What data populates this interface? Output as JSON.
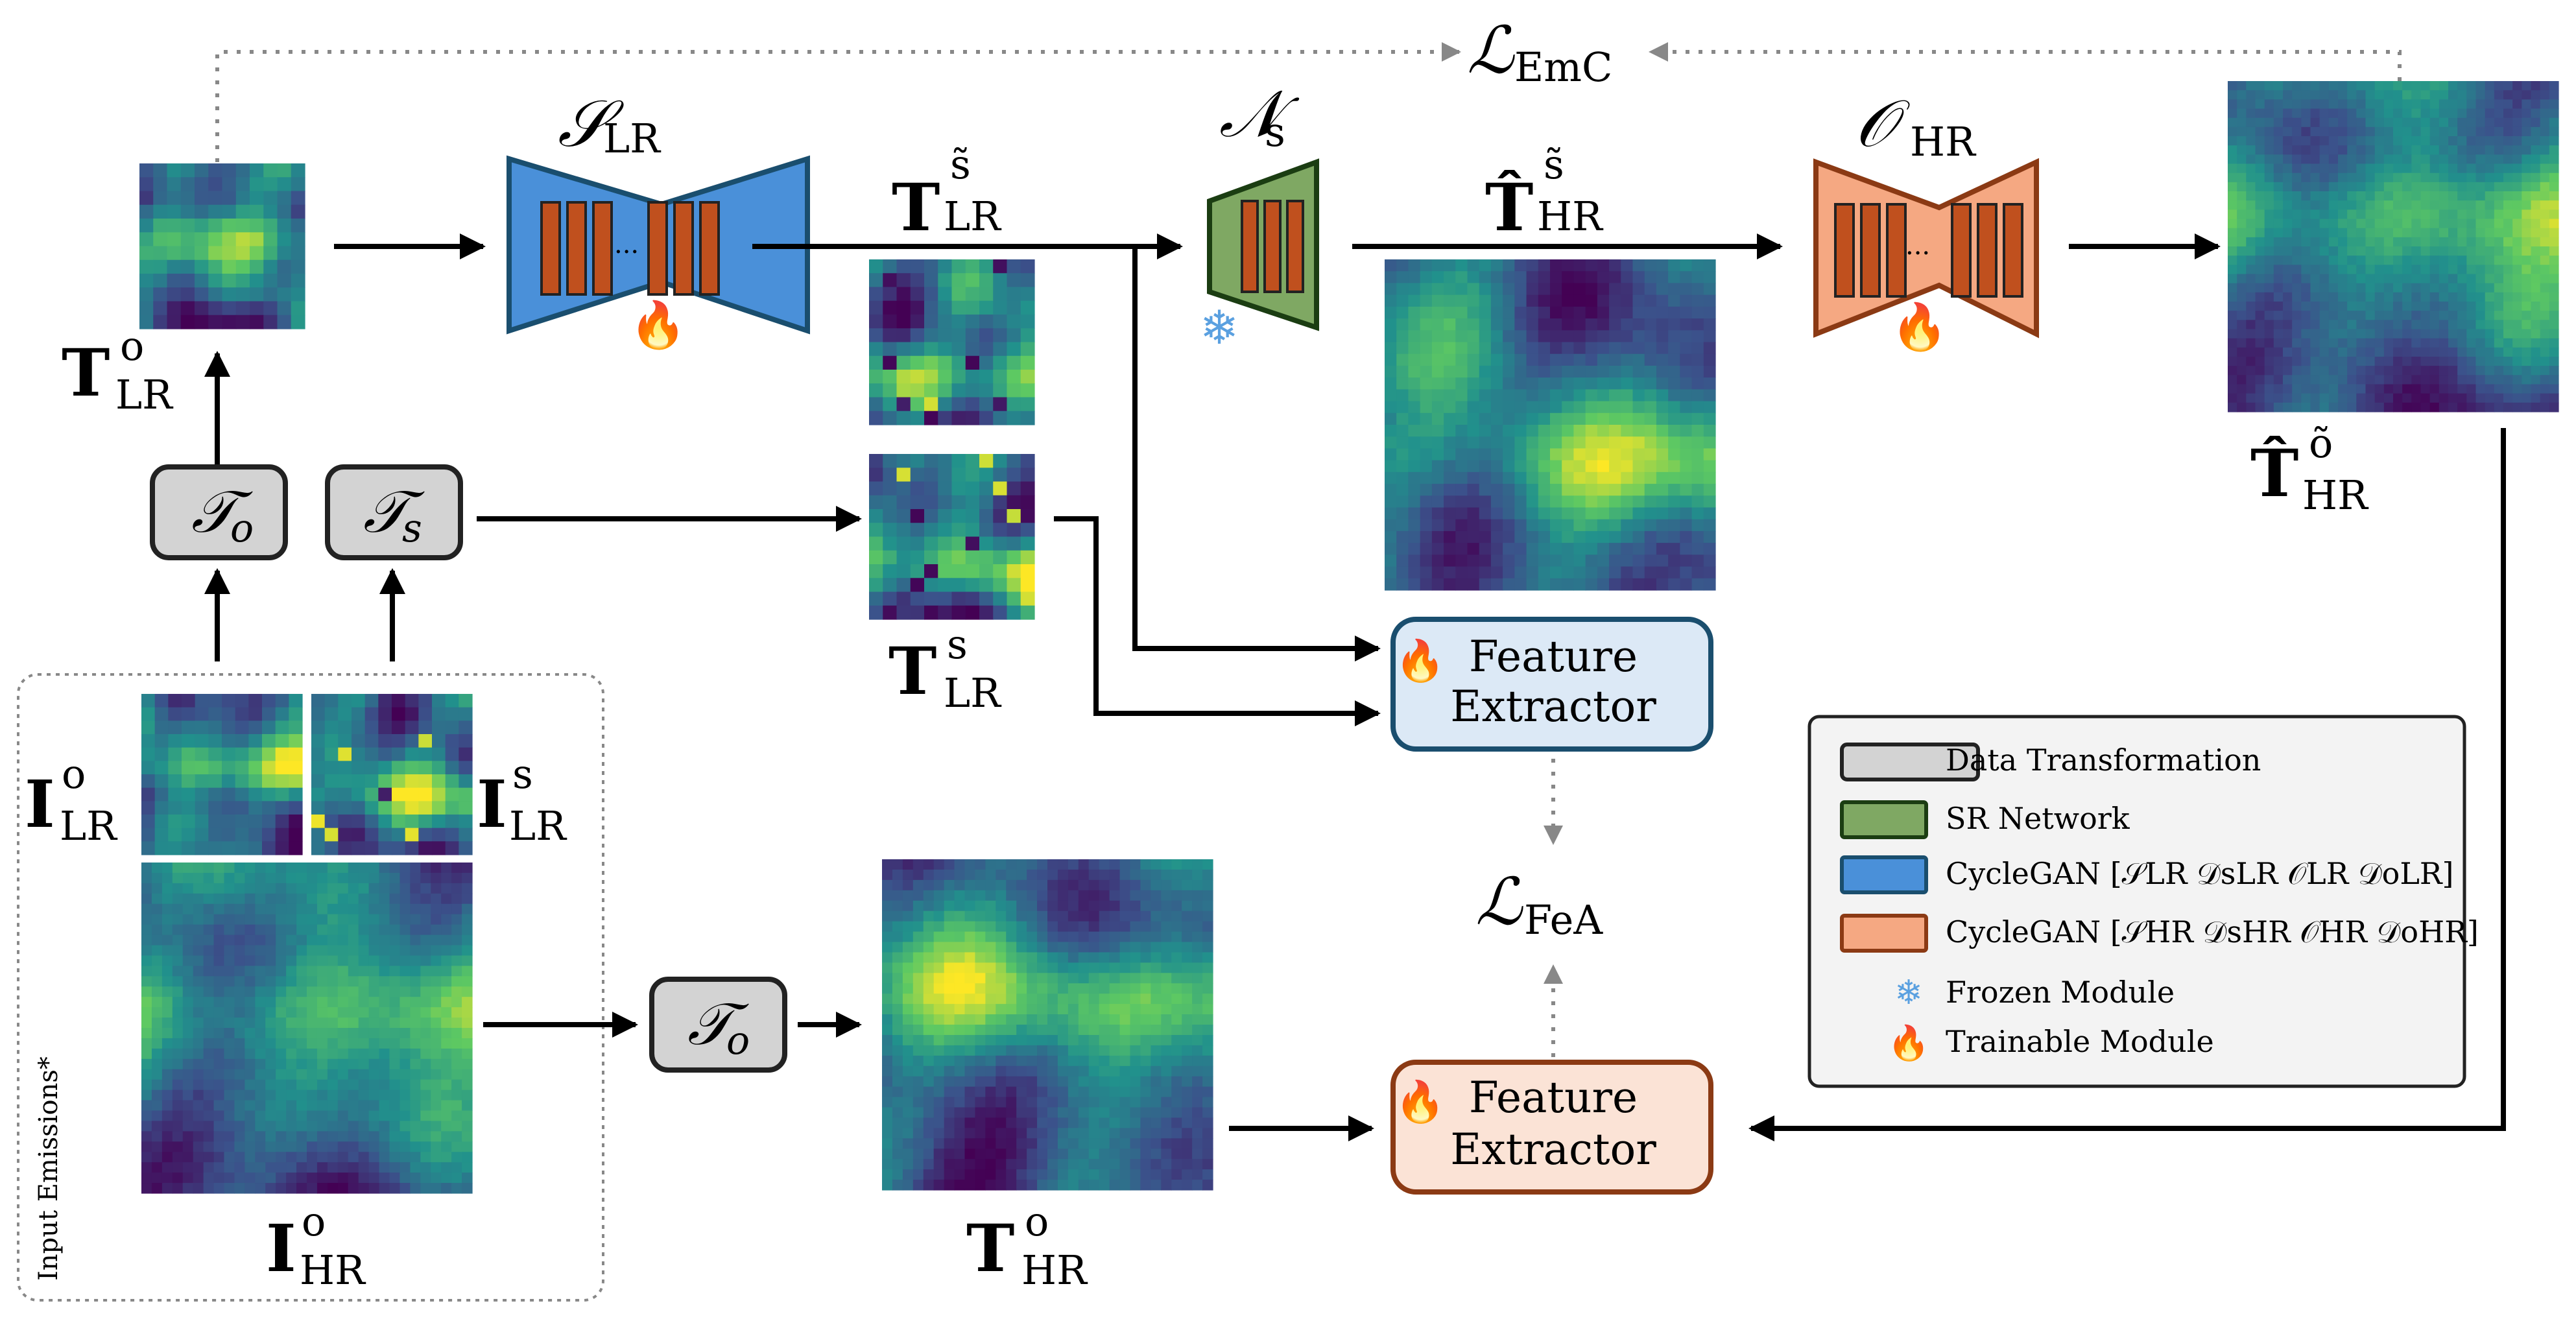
{
  "colors": {
    "data_transformation": "#d3d3d3",
    "sr_network": "#7fa863",
    "cyclegan_lr": "#4a90d9",
    "cyclegan_hr": "#f5a882",
    "block": "#c0501e",
    "feature_extractor_top": "#dce9f6",
    "feature_extractor_bottom": "#fbe3d6",
    "frozen": "#5aa0e0",
    "fire": "#cc1b1b",
    "legend_bg": "#f3f3f3",
    "viridis": [
      "#440154",
      "#3b528b",
      "#21918c",
      "#5ec962",
      "#fde725"
    ]
  },
  "labels": {
    "loss_emc": "ℒ",
    "loss_emc_sub": "EmC",
    "loss_fea": "ℒ",
    "loss_fea_sub": "FeA",
    "s_lr": "𝒮",
    "s_lr_sub": "LR",
    "n_s": "𝒩",
    "n_s_sub": "s",
    "o_hr": "𝒪",
    "o_hr_sub": "HR",
    "t_lr_stilde": "T",
    "t_lr_stilde_sup": "s̃",
    "t_lr_stilde_sub": "LR",
    "t_hr_hat_stilde": "T̂",
    "t_hr_hat_stilde_sup": "s̃",
    "t_hr_hat_stilde_sub": "HR",
    "t_lr_o": "T",
    "t_lr_o_sup": "o",
    "t_lr_o_sub": "LR",
    "t_lr_s": "T",
    "t_lr_s_sup": "s",
    "t_lr_s_sub": "LR",
    "t_hr_hat_otilde": "T̂",
    "t_hr_hat_otilde_sup": "õ",
    "t_hr_hat_otilde_sub": "HR",
    "t_hr_o": "T",
    "t_hr_o_sup": "o",
    "t_hr_o_sub": "HR",
    "i_lr_o": "I",
    "i_lr_o_sup": "o",
    "i_lr_o_sub": "LR",
    "i_lr_s": "I",
    "i_lr_s_sup": "s",
    "i_lr_s_sub": "LR",
    "i_hr_o": "I",
    "i_hr_o_sup": "o",
    "i_hr_o_sub": "HR",
    "tau_o": "𝒯",
    "tau_o_sub": "o",
    "tau_s": "𝒯",
    "tau_s_sub": "s",
    "input_emissions": "Input Emissions*",
    "feature_extractor_line1": "Feature",
    "feature_extractor_line2": "Extractor",
    "block_dots": "..."
  },
  "legend": {
    "data_transformation": "Data Transformation",
    "sr_network": "SR Network",
    "cyclegan_lr": "CycleGAN [𝒮LR 𝒟sLR 𝒪LR 𝒟oLR]",
    "cyclegan_hr": "CycleGAN [𝒮HR 𝒟sHR 𝒪HR 𝒟oHR]",
    "frozen": "Frozen Module",
    "trainable": "Trainable Module"
  }
}
